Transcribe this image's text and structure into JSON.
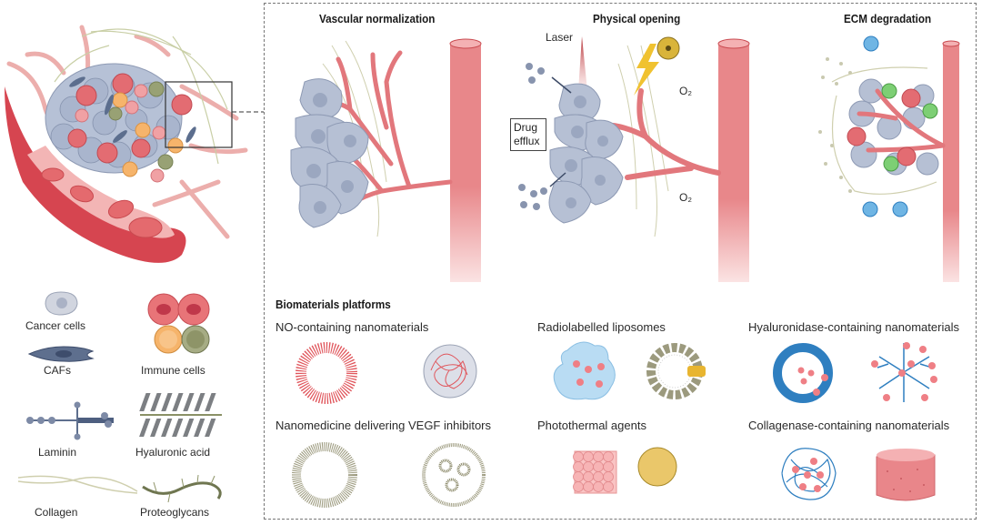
{
  "figure": {
    "panels": [
      {
        "id": "vascular",
        "title": "Vascular normalization"
      },
      {
        "id": "physical",
        "title": "Physical opening",
        "annotations": {
          "laser": "Laser",
          "drug_efflux": "Drug\nefflux",
          "oxygen_top": "O₂",
          "oxygen_bottom": "O₂"
        }
      },
      {
        "id": "ecm",
        "title": "ECM degradation"
      }
    ],
    "legend": [
      {
        "label": "Cancer cells",
        "icon": "cancer-cell-icon"
      },
      {
        "label": "Immune cells",
        "icon": "immune-cells-icon"
      },
      {
        "label": "CAFs",
        "icon": "caf-icon"
      },
      {
        "label": "Laminin",
        "icon": "laminin-icon"
      },
      {
        "label": "Hyaluronic acid",
        "icon": "hyaluronic-acid-icon"
      },
      {
        "label": "Collagen",
        "icon": "collagen-icon"
      },
      {
        "label": "Proteoglycans",
        "icon": "proteoglycan-icon"
      }
    ],
    "platforms": {
      "heading": "Biomaterials platforms",
      "items": [
        {
          "label": "NO-containing nanomaterials"
        },
        {
          "label": "Radiolabelled liposomes"
        },
        {
          "label": "Hyaluronidase-containing nanomaterials"
        },
        {
          "label": "Nanomedicine delivering VEGF inhibitors"
        },
        {
          "label": "Photothermal agents"
        },
        {
          "label": "Collagenase-containing nanomaterials"
        }
      ]
    },
    "colors": {
      "vessel": "#e8878a",
      "vessel_dark": "#c94a50",
      "cancer_cell": "#b8c0d3",
      "immune_red": "#e76d72",
      "immune_orange": "#f6b870",
      "immune_olive": "#9aa079",
      "collagen": "#cfcfae",
      "liposome_red": "#e0555b",
      "olive": "#8a8868",
      "blue": "#2f7fc0",
      "gold": "#e8c35a",
      "light_blue": "#b9dcf3"
    }
  }
}
